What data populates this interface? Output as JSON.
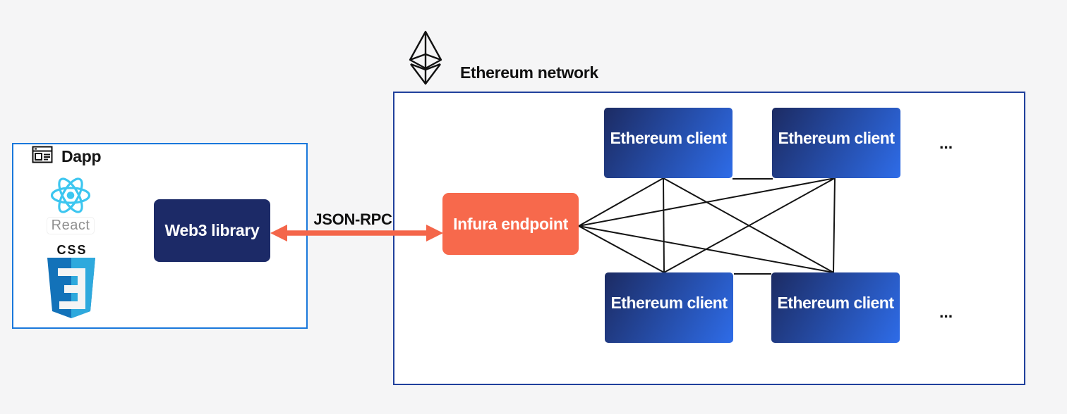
{
  "dapp": {
    "title": "Dapp",
    "react_label": "React",
    "css_label": "CSS",
    "web3_label": "Web3 library"
  },
  "connection": {
    "label": "JSON-RPC"
  },
  "network": {
    "title": "Ethereum network",
    "infura_label": "Infura endpoint",
    "client_label": "Ethereum client",
    "ellipsis": "..."
  },
  "colors": {
    "dapp_border": "#1a78db",
    "network_border": "#20409c",
    "arrow": "#f4664a",
    "infura_bg": "#f7694c",
    "client_gradient_start": "#1c2b63",
    "client_gradient_end": "#2e6ce8",
    "web3_bg": "#1c2a67",
    "react_cyan": "#3cc6f0",
    "css_blue_dark": "#1372b9",
    "css_blue_light": "#2ea9dd",
    "mesh_line": "#141414"
  }
}
